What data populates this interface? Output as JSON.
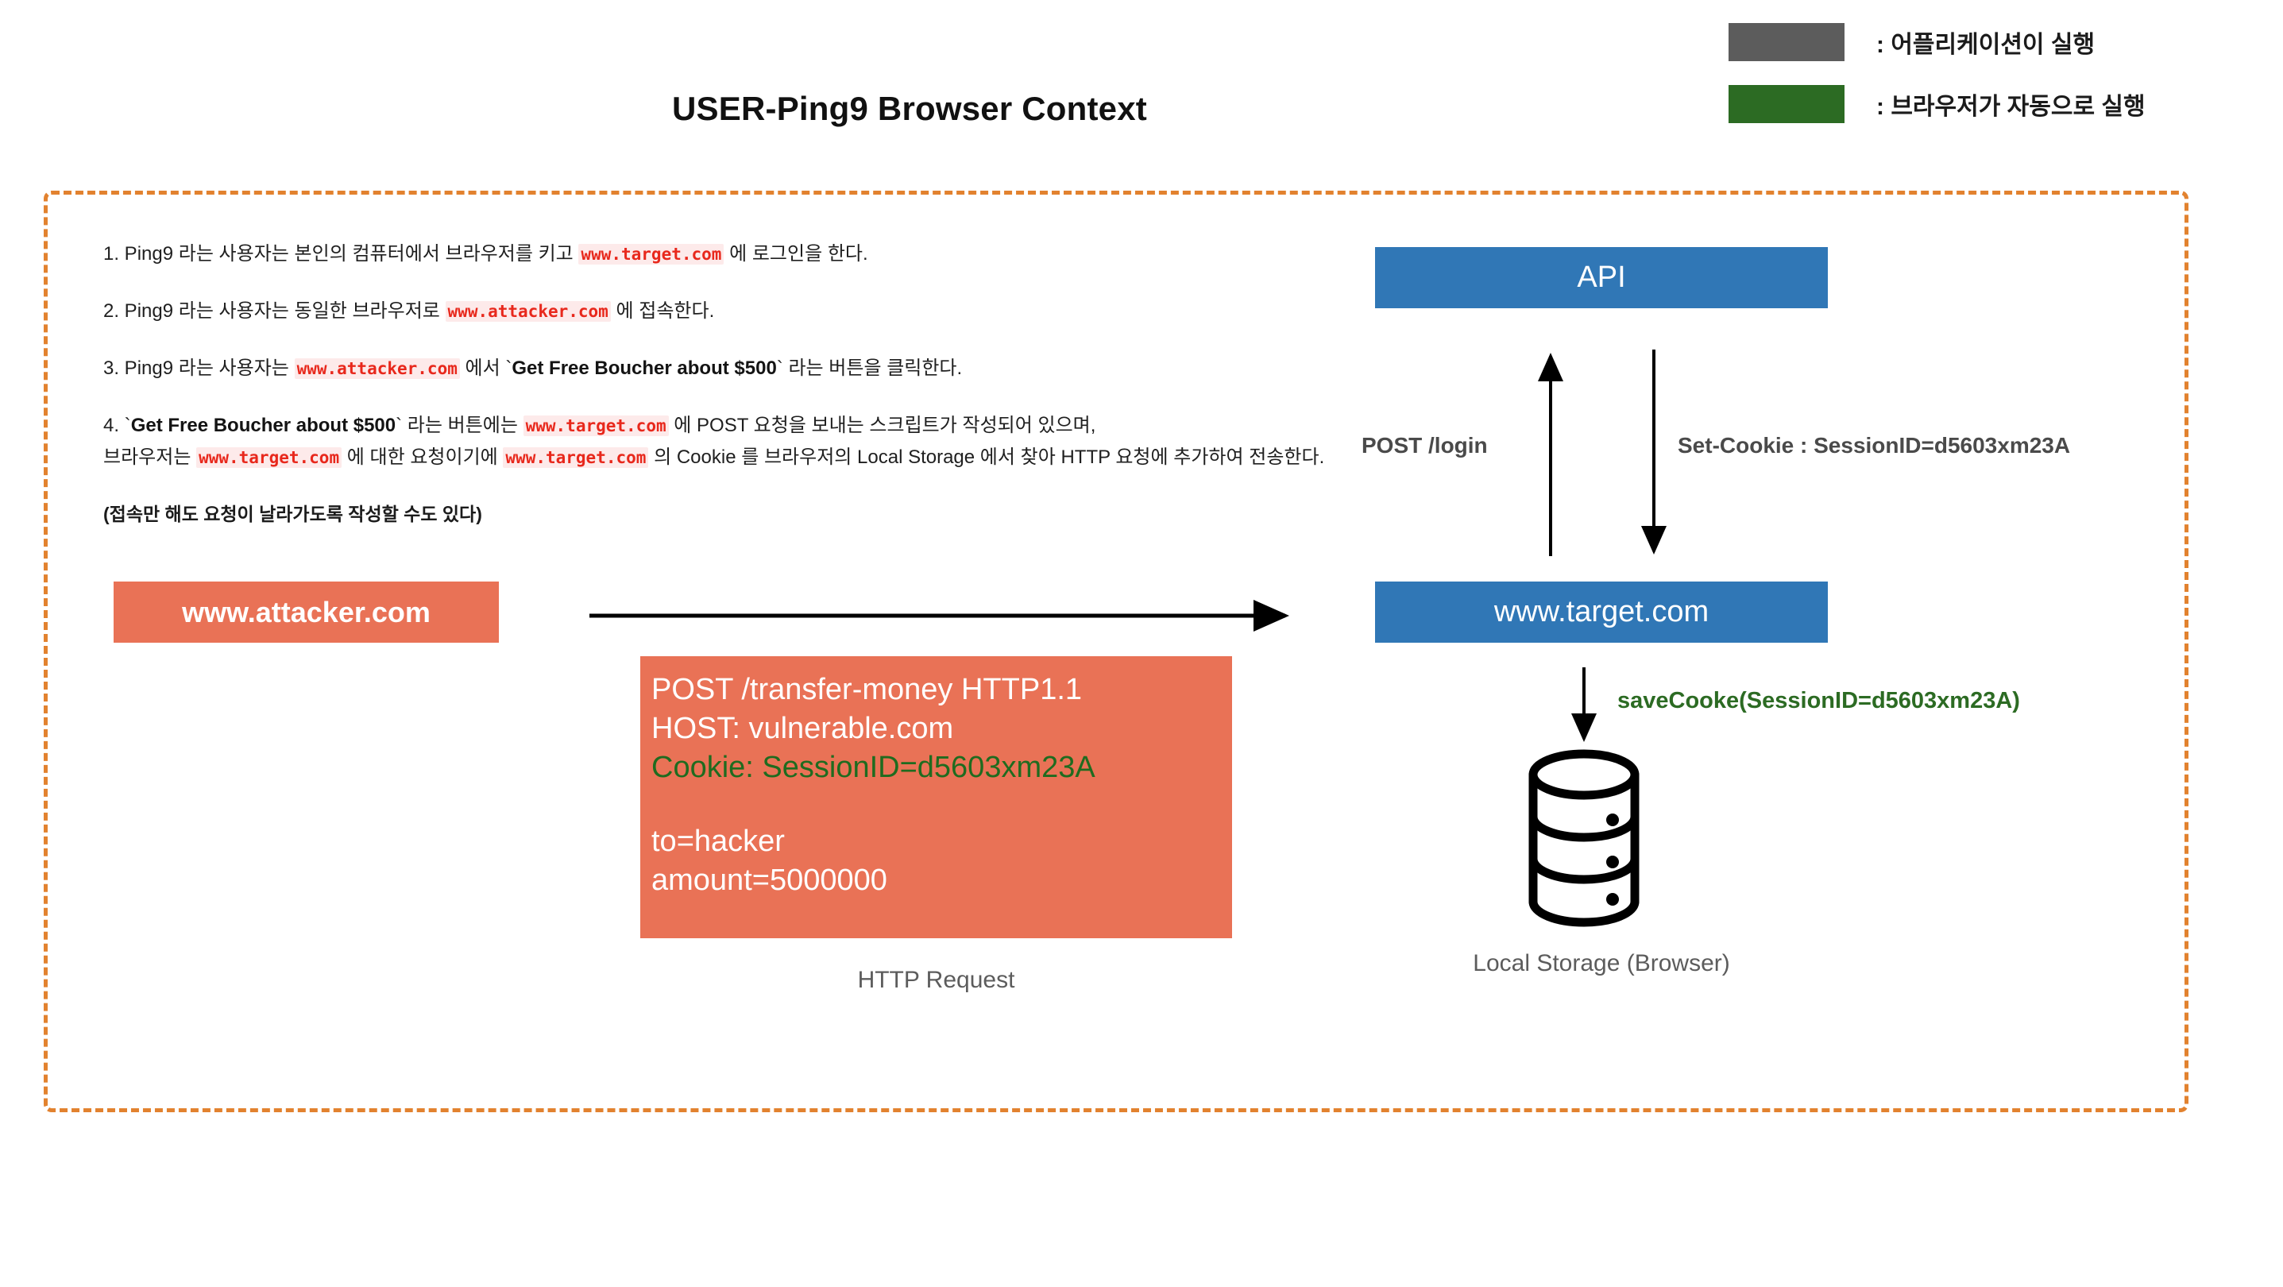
{
  "page": {
    "title": "USER-Ping9 Browser Context"
  },
  "legend": {
    "items": [
      {
        "color": "#5c5c5c",
        "swatch_name": "grey-swatch",
        "label": ": 어플리케이션이 실행"
      },
      {
        "color": "#2c6b23",
        "swatch_name": "green-swatch",
        "label": ": 브라우저가 자동으로 실행"
      }
    ]
  },
  "steps": [
    {
      "index": "1.",
      "parts": [
        {
          "t": "text",
          "v": " Ping9 라는 사용자는 본인의 컴퓨터에서 브라우저를 키고 "
        },
        {
          "t": "url",
          "v": "www.target.com"
        },
        {
          "t": "text",
          "v": " 에 로그인을 한다."
        }
      ]
    },
    {
      "index": "2.",
      "parts": [
        {
          "t": "text",
          "v": " Ping9 라는 사용자는 동일한 브라우저로 "
        },
        {
          "t": "url",
          "v": "www.attacker.com"
        },
        {
          "t": "text",
          "v": " 에 접속한다."
        }
      ]
    },
    {
      "index": "3.",
      "parts": [
        {
          "t": "text",
          "v": " Ping9 라는 사용자는 "
        },
        {
          "t": "url",
          "v": "www.attacker.com"
        },
        {
          "t": "text",
          "v": " 에서 `"
        },
        {
          "t": "bold",
          "v": "Get Free Boucher about $500"
        },
        {
          "t": "text",
          "v": "` 라는 버튼을 클릭한다."
        }
      ]
    },
    {
      "index": "4.",
      "line_a": [
        {
          "t": "text",
          "v": " `"
        },
        {
          "t": "bold",
          "v": "Get Free Boucher about $500"
        },
        {
          "t": "text",
          "v": "` 라는 버튼에는 "
        },
        {
          "t": "url",
          "v": "www.target.com"
        },
        {
          "t": "text",
          "v": " 에 POST 요청을 보내는 스크립트가 작성되어 있으며,"
        }
      ],
      "line_b": [
        {
          "t": "text",
          "v": "브라우저는 "
        },
        {
          "t": "url",
          "v": "www.target.com"
        },
        {
          "t": "text",
          "v": " 에 대한 요청이기에 "
        },
        {
          "t": "url",
          "v": "www.target.com"
        },
        {
          "t": "text",
          "v": " 의 Cookie 를 브라우저의 Local Storage 에서 찾아 HTTP 요청에 추가하여 전송한다."
        }
      ]
    }
  ],
  "note": "(접속만 해도 요청이 날라가도록 작성할 수도 있다)",
  "nodes": {
    "api": {
      "label": "API",
      "color": "#3077b6"
    },
    "target": {
      "label": "www.target.com",
      "color": "#3077b6"
    },
    "attacker": {
      "label": "www.attacker.com",
      "color": "#e97256"
    }
  },
  "http_request": {
    "caption": "HTTP Request",
    "background": "#e97256",
    "lines": [
      {
        "text": "POST /transfer-money HTTP1.1",
        "color": "#ffffff"
      },
      {
        "text": "HOST: vulnerable.com",
        "color": "#ffffff"
      },
      {
        "text": "Cookie: SessionID=d5603xm23A",
        "color": "#1f6b1f"
      },
      {
        "text": "",
        "color": "#ffffff"
      },
      {
        "text": "to=hacker",
        "color": "#ffffff"
      },
      {
        "text": "amount=5000000",
        "color": "#ffffff"
      }
    ]
  },
  "arrows": {
    "post_login": "POST /login",
    "set_cookie": "Set-Cookie : SessionID=d5603xm23A",
    "save_cookie": "saveCooke(SessionID=d5603xm23A)"
  },
  "local_storage": {
    "caption": "Local Storage (Browser)"
  },
  "colors": {
    "frame_border": "#e2822f",
    "blue_node": "#3077b6",
    "salmon_node": "#e97256",
    "green_text": "#2c6b23",
    "red_code": "#e8281c",
    "code_bg": "#fdeaea",
    "grey_caption": "#5c5c5c"
  }
}
